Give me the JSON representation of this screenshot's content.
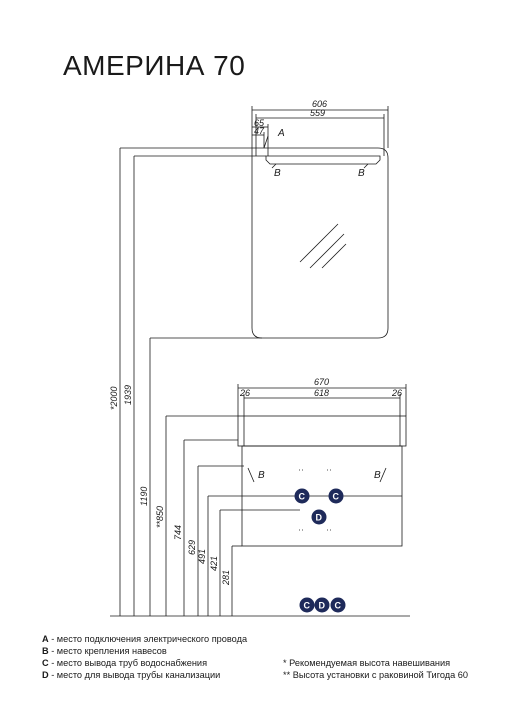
{
  "title": "АМЕРИНА 70",
  "mirror": {
    "dims": {
      "overall": "606",
      "inner": "559",
      "offset1": "65",
      "offset2": "47"
    },
    "labels": {
      "a": "A",
      "b_left": "B",
      "b_right": "B"
    }
  },
  "cabinet": {
    "dims": {
      "overall": "670",
      "inner": "618",
      "side_left": "26",
      "side_right": "26"
    },
    "labels": {
      "b_left": "B",
      "b_right": "B"
    },
    "markers": {
      "c1": "C",
      "c2": "C",
      "d": "D"
    }
  },
  "floor_markers": {
    "c1": "C",
    "d": "D",
    "c2": "C"
  },
  "heights": [
    "*2000",
    "1939",
    "1190",
    "**850",
    "744",
    "629",
    "491",
    "421",
    "281"
  ],
  "legend": {
    "left": [
      {
        "key": "A",
        "text": " - место подключения электрического провода"
      },
      {
        "key": "B",
        "text": " - место крепления навесов"
      },
      {
        "key": "C",
        "text": " - место вывода труб водоснабжения"
      },
      {
        "key": "D",
        "text": " - место для вывода трубы канализации"
      }
    ],
    "right": [
      "* Рекомендуемая высота навешивания",
      "** Высота установки с раковиной Тигода 60"
    ]
  },
  "colors": {
    "line": "#1a1a1a",
    "marker_fill": "#1e2a5a"
  }
}
